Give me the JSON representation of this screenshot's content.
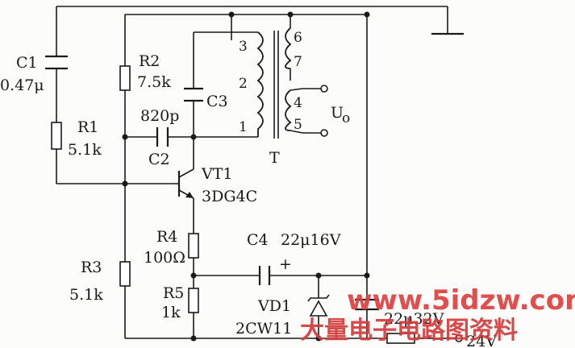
{
  "labels": {
    "c1_name": "C1",
    "c1_value": "0.47μ",
    "r2_name": "R2",
    "r2_value": "7.5k",
    "c3_name": "C3",
    "c2_value": "820p",
    "c2_name": "C2",
    "r1_name": "R1",
    "r1_value": "5.1k",
    "t_name": "T",
    "vt1_name": "VT1",
    "vt1_type": "3DG4C",
    "r4_name": "R4",
    "r4_value": "100Ω",
    "r3_name": "R3",
    "r3_value": "5.1k",
    "c4_name": "C4",
    "c4_value": "22μ16V",
    "c4_polarity": "+",
    "r5_name": "R5",
    "r5_value": "1k",
    "vd1_name": "VD1",
    "vd1_type": "2CW11",
    "c5_value": "22μ32V",
    "supply": "24V",
    "output_label": "U",
    "output_sub": "o",
    "pins": [
      "1",
      "2",
      "3",
      "4",
      "5",
      "6",
      "7"
    ]
  },
  "watermark": {
    "url": "www.5idzw.com",
    "cn": "大量电子电路图资料",
    "color": "#e04040"
  }
}
